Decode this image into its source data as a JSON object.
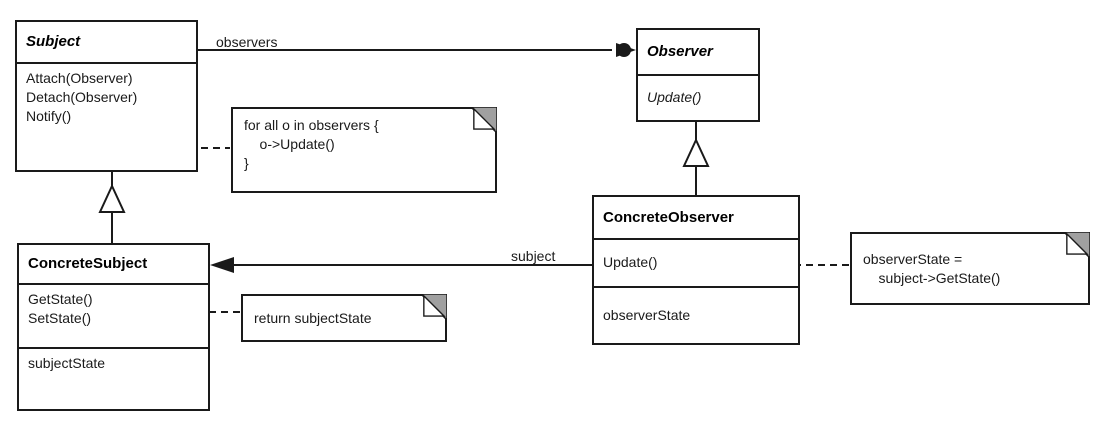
{
  "diagram": {
    "title": "Observer pattern class diagram",
    "type": "uml-class-diagram",
    "colors": {
      "stroke": "#1a1a1a",
      "fill": "#ffffff",
      "note_fold_fill": "#a0a0a0",
      "text": "#1a1a1a"
    }
  },
  "classes": {
    "subject": {
      "name": "Subject",
      "abstract": true,
      "operations": [
        "Attach(Observer)",
        "Detach(Observer)",
        "Notify()"
      ],
      "attributes": []
    },
    "observer": {
      "name": "Observer",
      "abstract": true,
      "operations": [
        "Update()"
      ],
      "attributes": []
    },
    "concrete_subject": {
      "name": "ConcreteSubject",
      "abstract": false,
      "operations": [
        "GetState()",
        "SetState()"
      ],
      "attributes": [
        "subjectState"
      ]
    },
    "concrete_observer": {
      "name": "ConcreteObserver",
      "abstract": false,
      "operations": [
        "Update()"
      ],
      "attributes": [
        "observerState"
      ]
    }
  },
  "notes": {
    "notify_body": "for all o in observers {\n    o->Update()\n}",
    "getstate_body": "return subjectState",
    "update_body": "observerState =\n    subject->GetState()"
  },
  "associations": {
    "observers_label": "observers",
    "subject_label": "subject"
  }
}
